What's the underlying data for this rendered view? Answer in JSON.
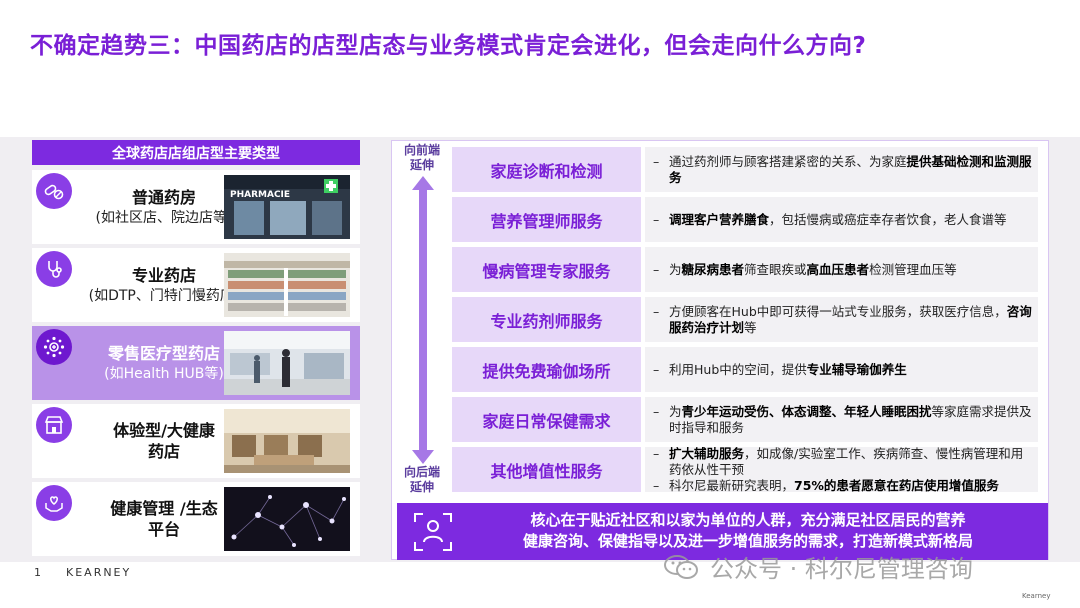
{
  "title": "不确定趋势三：中国药店的店型店态与业务模式肯定会进化，但会走向什么方向?",
  "left_panel": {
    "header": "全球药店店组店型主要类型",
    "items": [
      {
        "name": "普通药房",
        "sub": "(如社区店、院边店等)",
        "icon": "pills-icon",
        "photo_sign": "PHARMACIE"
      },
      {
        "name": "专业药店",
        "sub": "(如DTP、门特门慢药店)",
        "icon": "stethoscope-icon"
      },
      {
        "name": "零售医疗型药店",
        "sub": "(如Health HUB等)",
        "icon": "medical-network-icon",
        "highlighted": true
      },
      {
        "name_lines": [
          "体验型/大健康",
          "药店"
        ],
        "icon": "storefront-icon"
      },
      {
        "name_lines": [
          "健康管理 /生态",
          "平台"
        ],
        "icon": "heart-hands-icon"
      }
    ]
  },
  "right_panel": {
    "arrow_top_label": [
      "向前端",
      "延伸"
    ],
    "arrow_bottom_label": [
      "向后端",
      "延伸"
    ],
    "services": [
      {
        "name": "家庭诊断和检测",
        "desc": [
          [
            {
              "t": "通过药剂师与顾客搭建紧密的关系、为家庭"
            },
            {
              "t": "提供基础检测和监测服务",
              "b": true
            }
          ]
        ]
      },
      {
        "name": "营养管理师服务",
        "desc": [
          [
            {
              "t": "调理客户营养膳食",
              "b": true
            },
            {
              "t": "，包括慢病或癌症幸存者饮食，老人食谱等"
            }
          ]
        ]
      },
      {
        "name": "慢病管理专家服务",
        "desc": [
          [
            {
              "t": "为"
            },
            {
              "t": "糖尿病患者",
              "b": true
            },
            {
              "t": "筛查眼疾或"
            },
            {
              "t": "高血压患者",
              "b": true
            },
            {
              "t": "检测管理血压等"
            }
          ]
        ]
      },
      {
        "name": "专业药剂师服务",
        "desc": [
          [
            {
              "t": "方便顾客在Hub中即可获得一站式专业服务，获取医疗信息，"
            },
            {
              "t": "咨询服药治疗计划",
              "b": true
            },
            {
              "t": "等"
            }
          ]
        ]
      },
      {
        "name": "提供免费瑜伽场所",
        "desc": [
          [
            {
              "t": "利用Hub中的空间，提供"
            },
            {
              "t": "专业辅导瑜伽养生",
              "b": true
            }
          ]
        ]
      },
      {
        "name": "家庭日常保健需求",
        "desc": [
          [
            {
              "t": "为"
            },
            {
              "t": "青少年运动受伤、体态调整、年轻人睡眠困扰",
              "b": true
            },
            {
              "t": "等家庭需求提供及时指导和服务"
            }
          ]
        ]
      },
      {
        "name": "其他增值性服务",
        "desc": [
          [
            {
              "t": "扩大辅助服务",
              "b": true
            },
            {
              "t": "，如成像/实验室工作、疾病筛查、慢性病管理和用药依从性干预"
            }
          ],
          [
            {
              "t": "科尔尼最新研究表明，"
            },
            {
              "t": "75%的患者愿意在药店使用增值服务",
              "b": true
            }
          ]
        ]
      }
    ],
    "bottom_text": [
      "核心在于贴近社区和以家为单位的人群，充分满足社区居民的营养",
      "健康咨询、保健指导以及进一步增值服务的需求，打造新模式新格局"
    ]
  },
  "footer": {
    "page_number": "1",
    "brand": "KEARNEY",
    "watermark": "公众号 · 科尔尼管理咨询",
    "small_brand": "Kearney"
  },
  "colors": {
    "title": "#7a1fd6",
    "header_bg": "#7d2ae0",
    "service_bg": "#e7d8f9",
    "highlight": "#b992e8"
  }
}
